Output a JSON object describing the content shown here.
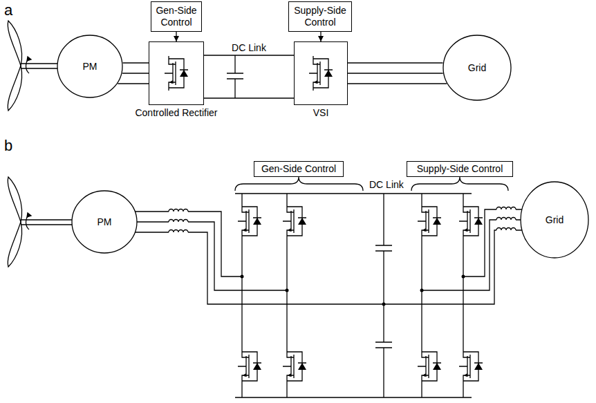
{
  "diagram": {
    "nodes": [
      {
        "text": [
          "PM"
        ]
      },
      {
        "text": [
          "Gen-Side Control"
        ]
      },
      {
        "text": [
          "Controlled Rectifier"
        ]
      },
      {
        "text": [
          "Supply-Side Control"
        ]
      },
      {
        "text": [
          "VSI"
        ]
      },
      {
        "text": [
          "Grid"
        ]
      },
      {
        "text": [
          "PM"
        ]
      },
      {
        "text": [
          "Gen-Side Control"
        ]
      },
      {
        "text": [
          "Supply-Side Control"
        ]
      },
      {
        "text": [
          "Grid"
        ]
      }
    ],
    "edges": [
      {
        "from": 1,
        "to": 2,
        "arrow": "to"
      },
      {
        "from": 3,
        "to": 4,
        "arrow": "to"
      },
      {
        "from": 0,
        "to": 2,
        "arrow": "none"
      },
      {
        "from": 2,
        "to": 4,
        "label": "DC Link",
        "arrow": "none"
      },
      {
        "from": 4,
        "to": 5,
        "arrow": "none"
      }
    ],
    "labels": [
      "a",
      "b",
      "DC Link"
    ]
  }
}
